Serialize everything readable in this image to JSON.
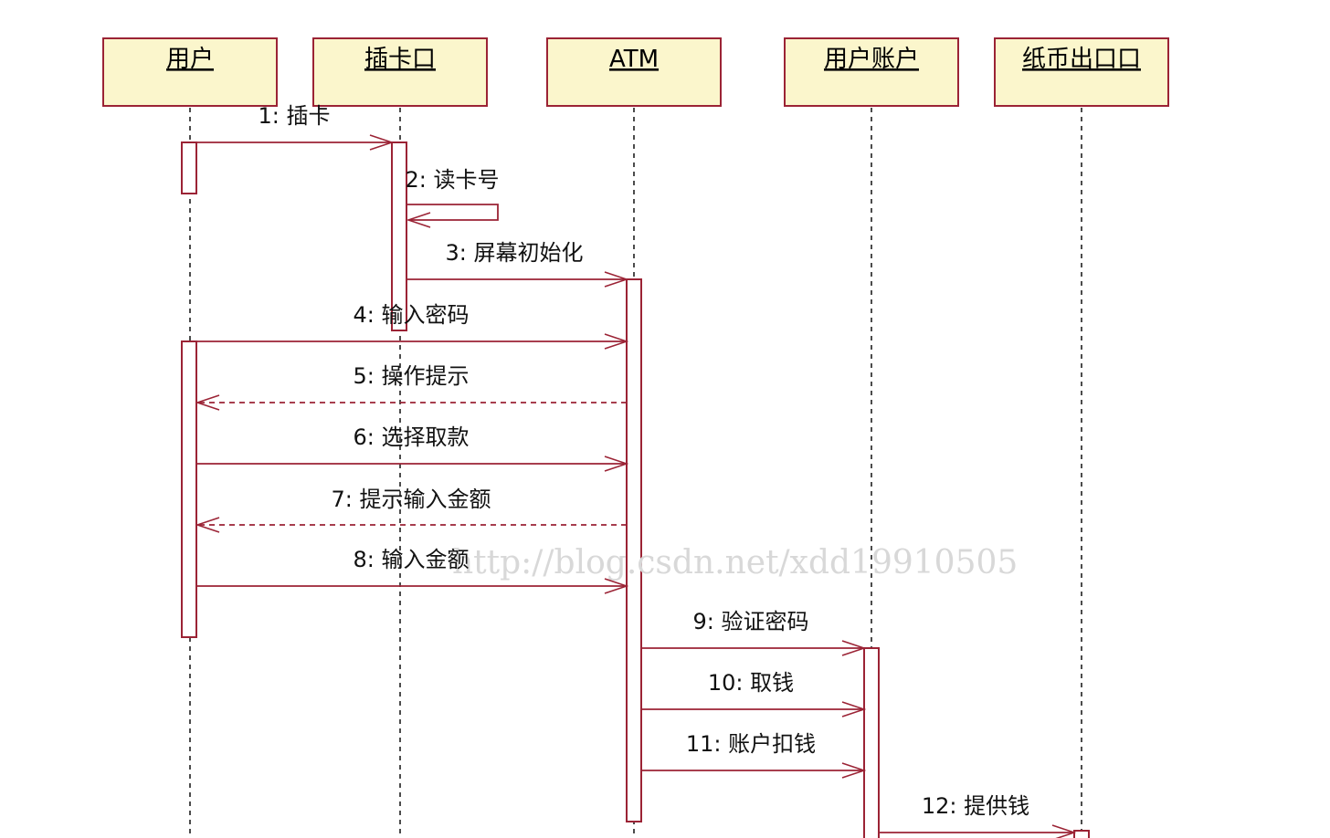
{
  "diagram": {
    "lifelines": [
      {
        "id": "user",
        "label": "用户"
      },
      {
        "id": "card_slot",
        "label": "插卡口"
      },
      {
        "id": "atm",
        "label": "ATM"
      },
      {
        "id": "account",
        "label": "用户账户"
      },
      {
        "id": "cash_slot",
        "label": "纸币出口口"
      }
    ],
    "messages": [
      {
        "label": "1: 插卡",
        "from": "user",
        "to": "card_slot",
        "kind": "sync"
      },
      {
        "label": "2: 读卡号",
        "from": "card_slot",
        "to": "card_slot",
        "kind": "self"
      },
      {
        "label": "3: 屏幕初始化",
        "from": "card_slot",
        "to": "atm",
        "kind": "sync"
      },
      {
        "label": "4: 输入密码",
        "from": "user",
        "to": "atm",
        "kind": "sync"
      },
      {
        "label": "5: 操作提示",
        "from": "atm",
        "to": "user",
        "kind": "return"
      },
      {
        "label": "6: 选择取款",
        "from": "user",
        "to": "atm",
        "kind": "sync"
      },
      {
        "label": "7: 提示输入金额",
        "from": "atm",
        "to": "user",
        "kind": "return"
      },
      {
        "label": "8: 输入金额",
        "from": "user",
        "to": "atm",
        "kind": "sync"
      },
      {
        "label": "9: 验证密码",
        "from": "atm",
        "to": "account",
        "kind": "sync"
      },
      {
        "label": "10: 取钱",
        "from": "atm",
        "to": "account",
        "kind": "sync"
      },
      {
        "label": "11: 账户扣钱",
        "from": "atm",
        "to": "account",
        "kind": "sync"
      },
      {
        "label": "12: 提供钱",
        "from": "account",
        "to": "cash_slot",
        "kind": "sync"
      }
    ],
    "colors": {
      "line": "#9b2335",
      "box_fill": "#fbf6cc",
      "box_border": "#9b2335"
    }
  },
  "watermark": "http://blog.csdn.net/xdd19910505"
}
